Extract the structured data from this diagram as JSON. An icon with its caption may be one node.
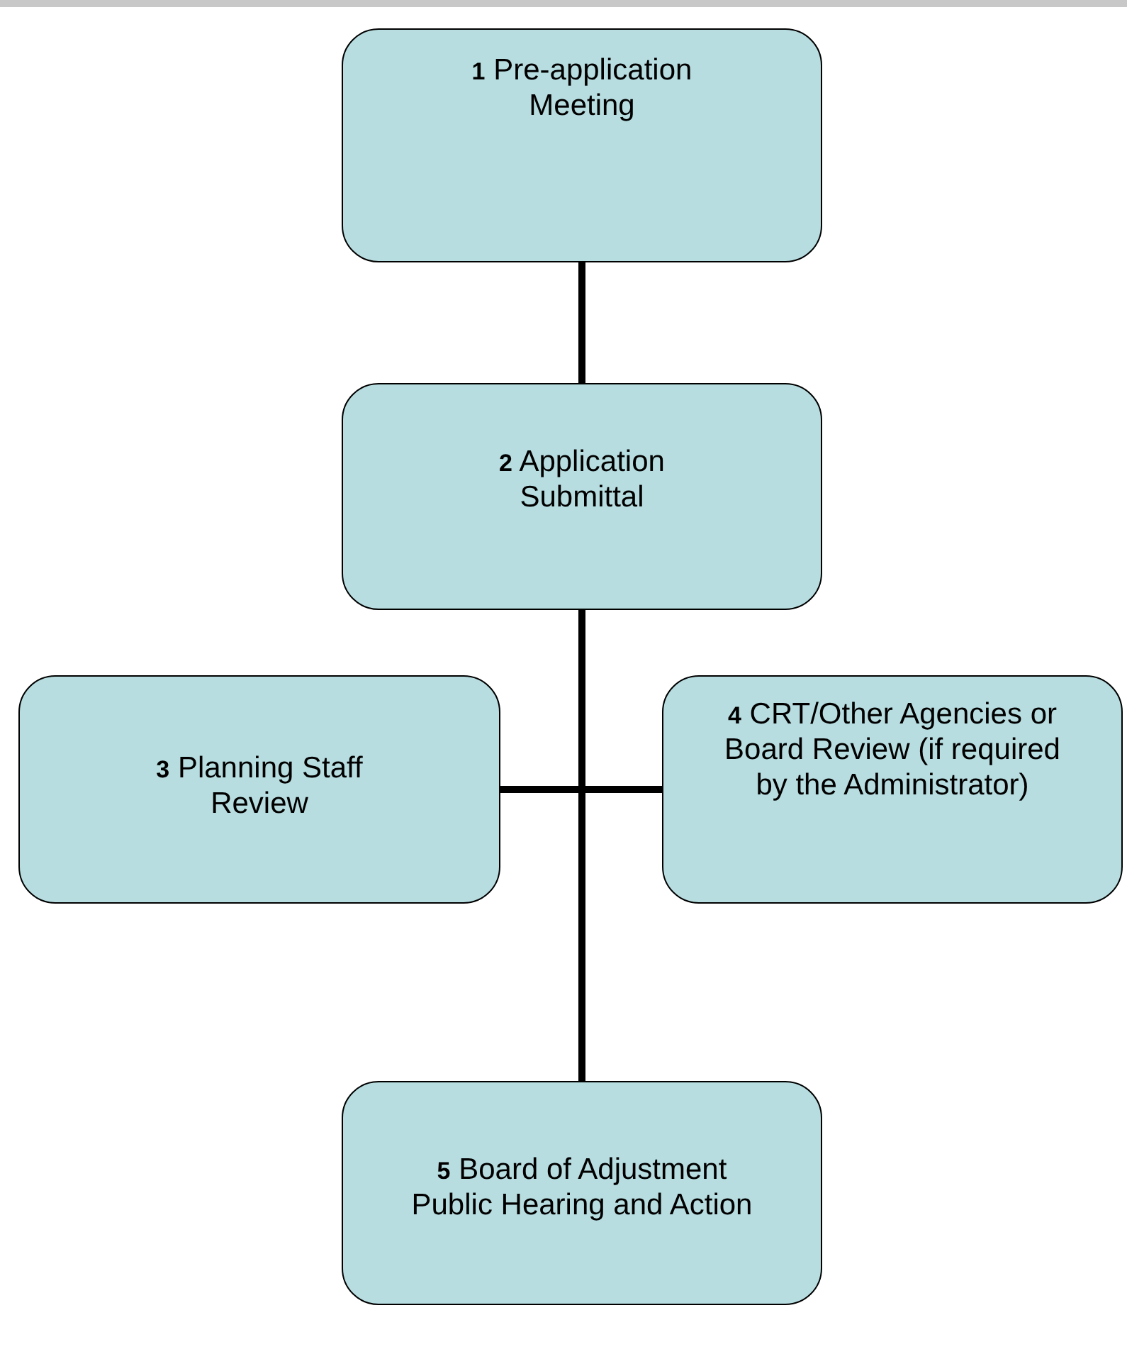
{
  "diagram": {
    "nodes": [
      {
        "text": [
          "**1**  Pre-application Meeting"
        ]
      },
      {
        "text": [
          "**2**  Application Submittal"
        ]
      },
      {
        "text": [
          "**3**  Planning Staff Review"
        ]
      },
      {
        "text": [
          "**4**  CRT/Other Agencies or Board Review (if required by the Administrator)"
        ]
      },
      {
        "text": [
          "**5**  Board of Adjustment Public Hearing and Action"
        ]
      }
    ],
    "edges": [
      {
        "from": 0,
        "to": 1,
        "arrow": "none"
      },
      {
        "from": 1,
        "to": 4,
        "arrow": "none"
      },
      {
        "from": 2,
        "to": 3,
        "arrow": "none"
      }
    ]
  }
}
